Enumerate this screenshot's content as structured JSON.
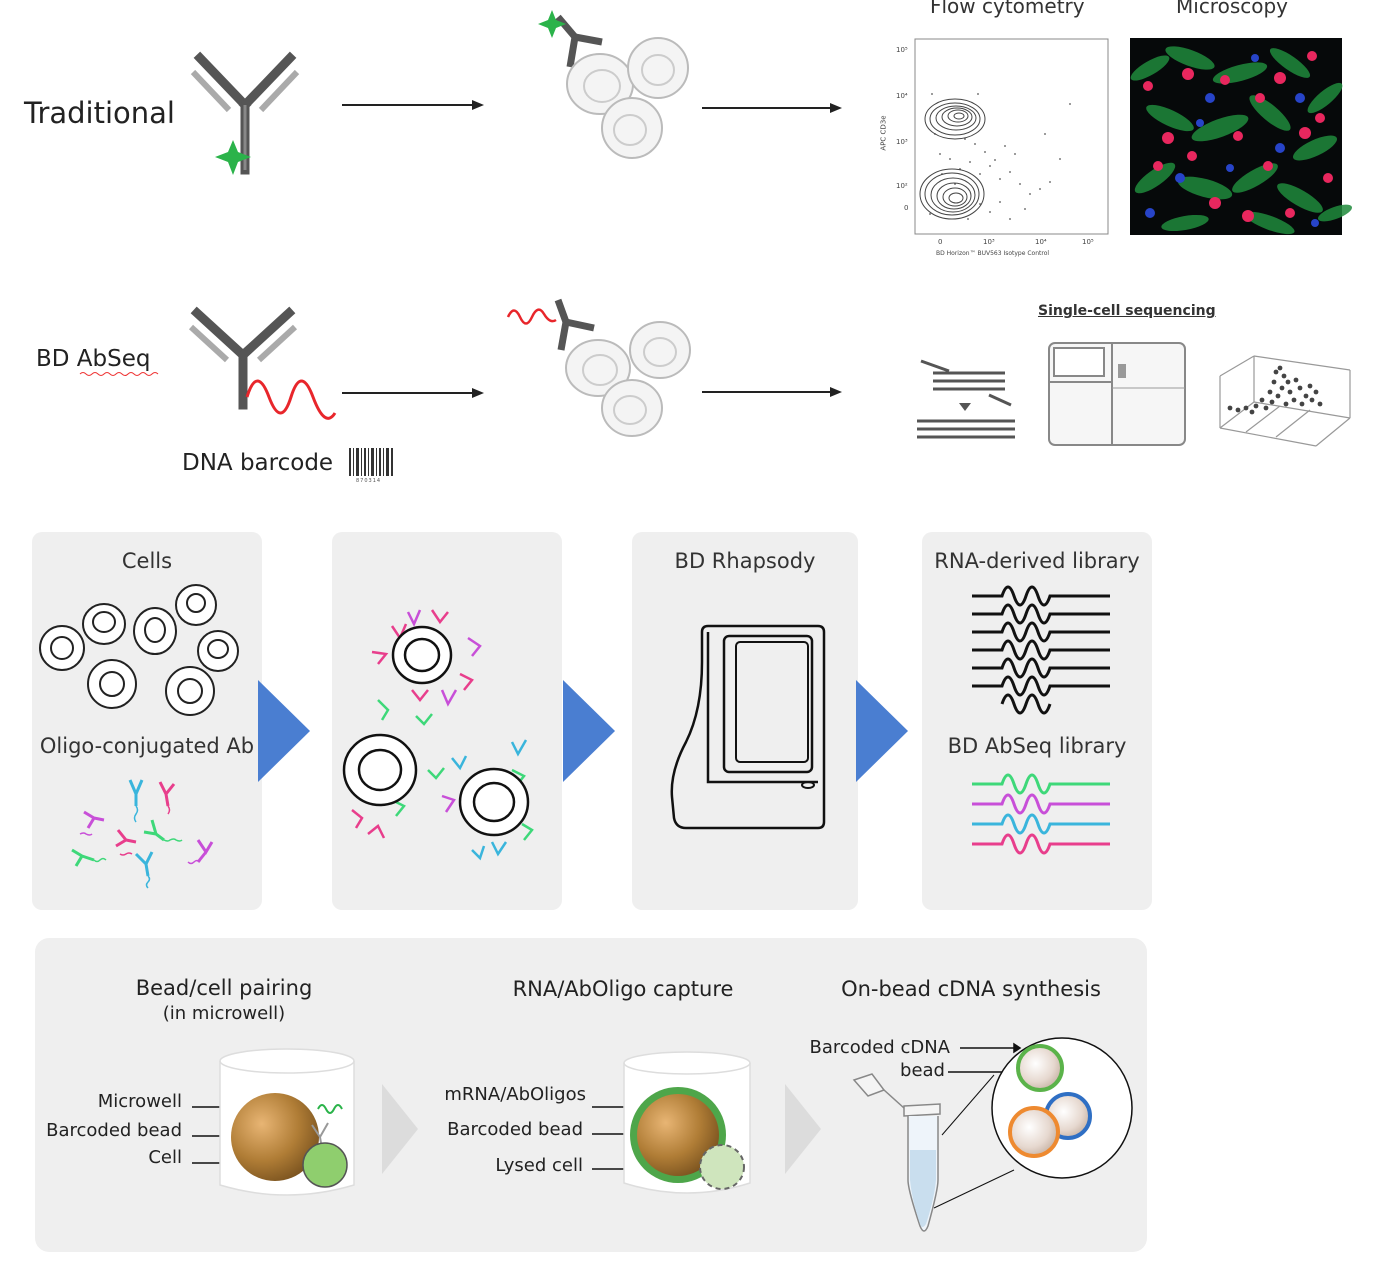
{
  "traditional": {
    "label": "Traditional",
    "flow_title": "Flow cytometry",
    "micro_title": "Microscopy",
    "plot": {
      "y_axis_label": "APC CD3e",
      "x_axis_label": "BD Horizon™ BUV563 Isotype Control",
      "y_ticks": [
        "10⁵",
        "10⁴",
        "10³",
        "10²",
        "0"
      ],
      "x_ticks": [
        "0",
        "10³",
        "10⁴",
        "10⁵"
      ]
    }
  },
  "abseq": {
    "label": "BD AbSeq",
    "dna_barcode_label": "DNA barcode",
    "barcode_number": "870314",
    "seq_title": "Single-cell sequencing"
  },
  "panels": {
    "cells_label": "Cells",
    "oligo_label": "Oligo-conjugated Ab",
    "rhapsody_label": "BD Rhapsody",
    "rna_library_label": "RNA-derived library",
    "abseq_library_label": "BD AbSeq library"
  },
  "bottom": {
    "step1_title": "Bead/cell pairing",
    "step1_sub": "(in microwell)",
    "step2_title": "RNA/AbOligo capture",
    "step3_title": "On-bead cDNA synthesis",
    "microwell": "Microwell",
    "barcoded_bead_1": "Barcoded bead",
    "cell": "Cell",
    "mrna": "mRNA/AbOligos",
    "barcoded_bead_2": "Barcoded bead",
    "lysed_cell": "Lysed cell",
    "barcoded_cdna": "Barcoded cDNA",
    "bead": "bead"
  },
  "colors": {
    "green_star": "#2bb34a",
    "dna_red": "#e8262b",
    "arrow_blue": "#4a7ed1",
    "bead_brown": "#b07d36",
    "cell_green": "#8fce6e",
    "pink": "#e83e8c",
    "magenta": "#c84fd8",
    "cyan": "#3ab5dc",
    "lib_green": "#3ed879"
  }
}
